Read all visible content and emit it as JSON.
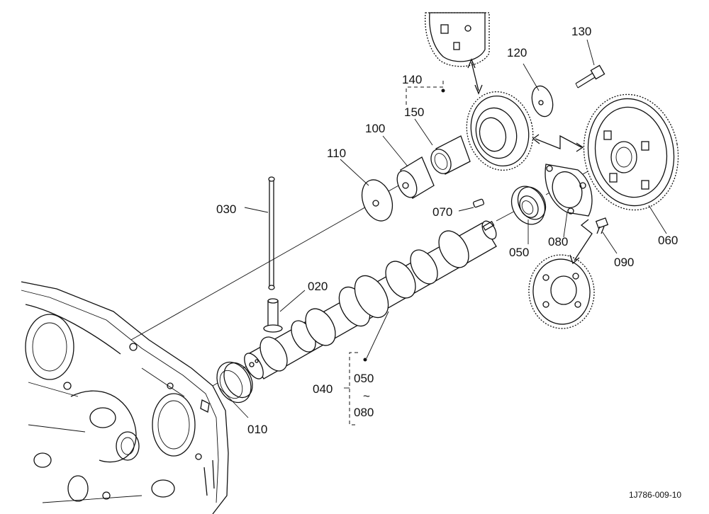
{
  "diagram": {
    "part_labels": {
      "p010": "010",
      "p020": "020",
      "p030": "030",
      "p040": "040",
      "p050_group": "050",
      "p080_group": "080",
      "range_sep": "~",
      "p050": "050",
      "p060": "060",
      "p070": "070",
      "p080": "080",
      "p090": "090",
      "p100": "100",
      "p110": "110",
      "p120": "120",
      "p130": "130",
      "p140": "140",
      "p150": "150"
    },
    "drawing_number": "1J786-009-10"
  }
}
